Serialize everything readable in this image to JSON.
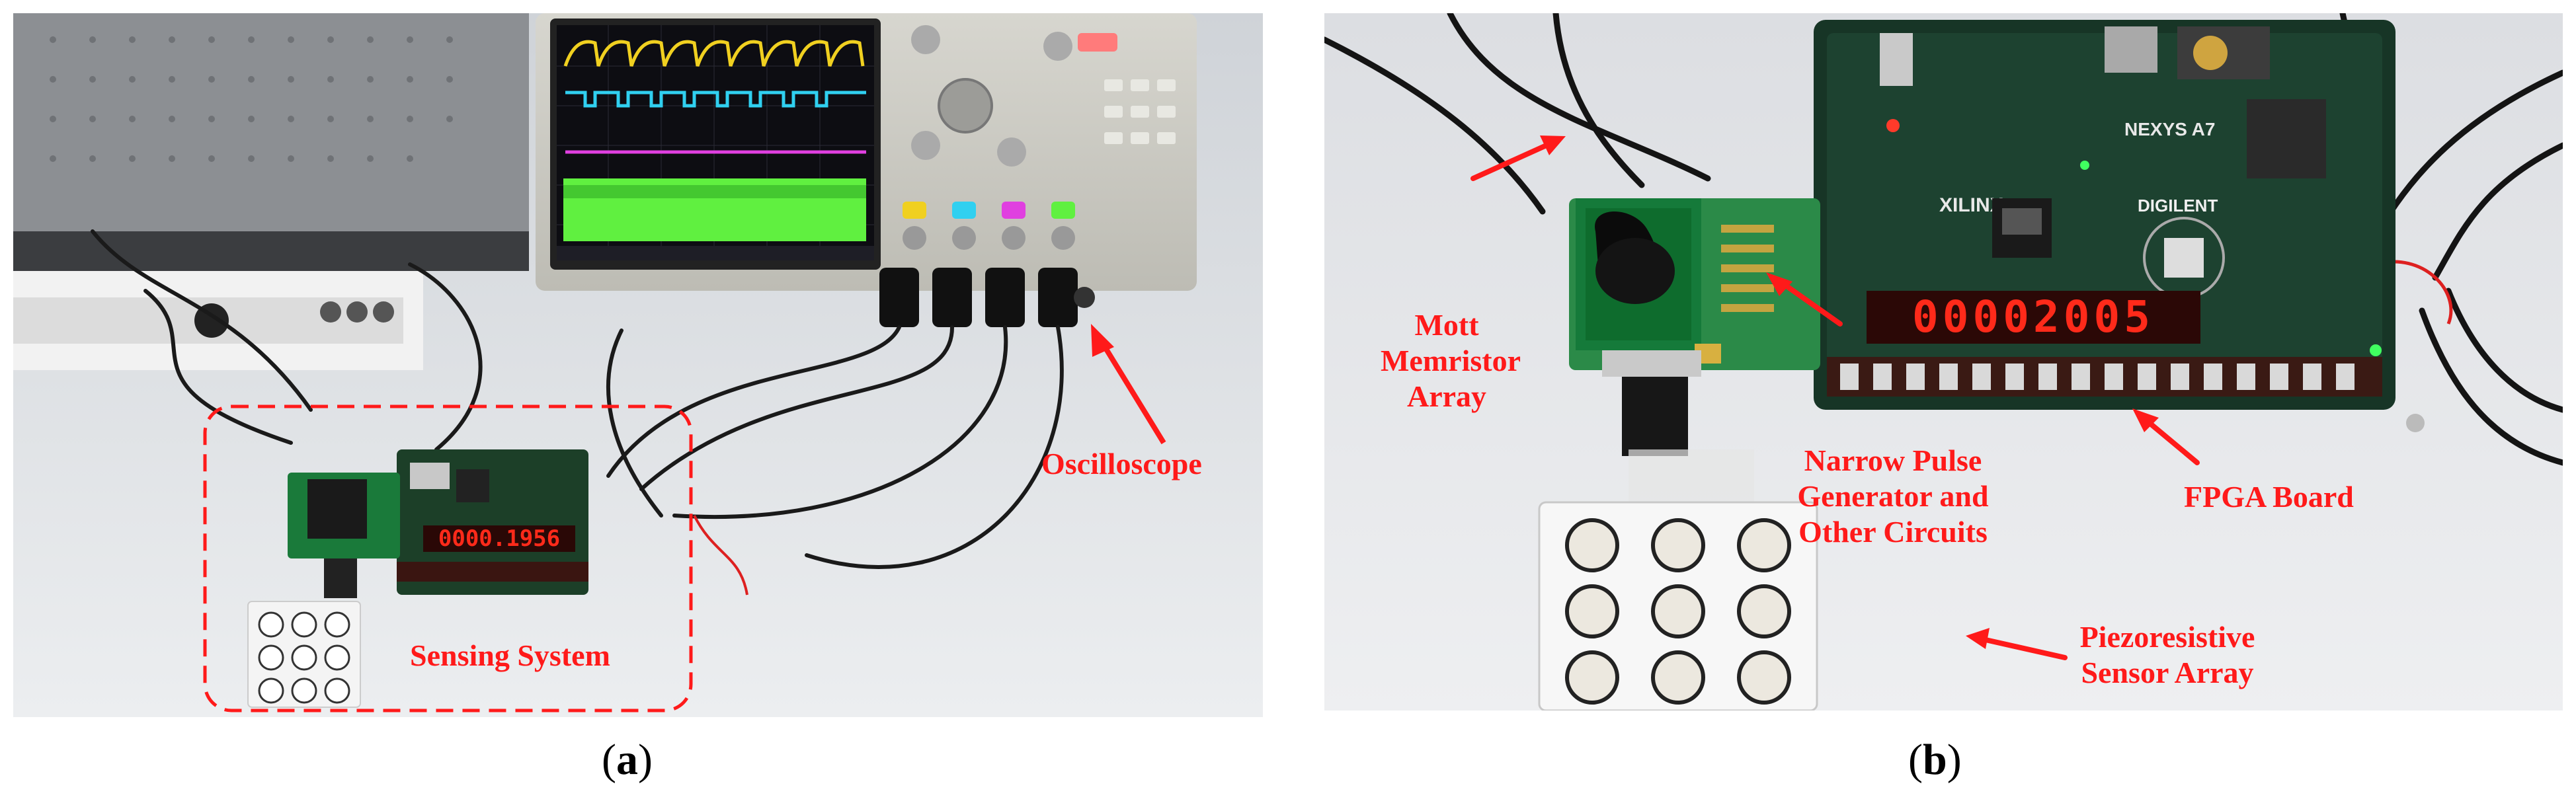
{
  "panels": {
    "a": {
      "caption_open": "(",
      "caption_letter": "a",
      "caption_close": ")",
      "labels": {
        "oscilloscope": "Oscilloscope",
        "sensing_system": "Sensing System"
      },
      "board_display": "0000.1956"
    },
    "b": {
      "caption_open": "(",
      "caption_letter": "b",
      "caption_close": ")",
      "labels": {
        "mott_line1": "Mott",
        "mott_line2": "Memristor",
        "mott_line3": "Array",
        "npg_line1": "Narrow Pulse",
        "npg_line2": "Generator and",
        "npg_line3": "Other Circuits",
        "fpga": "FPGA Board",
        "sensor_line1": "Piezoresistive",
        "sensor_line2": "Sensor Array"
      },
      "board_display": "00002005",
      "board_name": "NEXYS A7",
      "brand_xilinx": "XILINX",
      "brand_digilent": "DIGILENT"
    }
  },
  "colors": {
    "annotation": "#ff1a1a",
    "scope_yellow": "#f0d020",
    "scope_cyan": "#30d0f0",
    "scope_magenta": "#e040e0",
    "scope_green": "#60f040",
    "led_red": "#ff2a1a"
  }
}
